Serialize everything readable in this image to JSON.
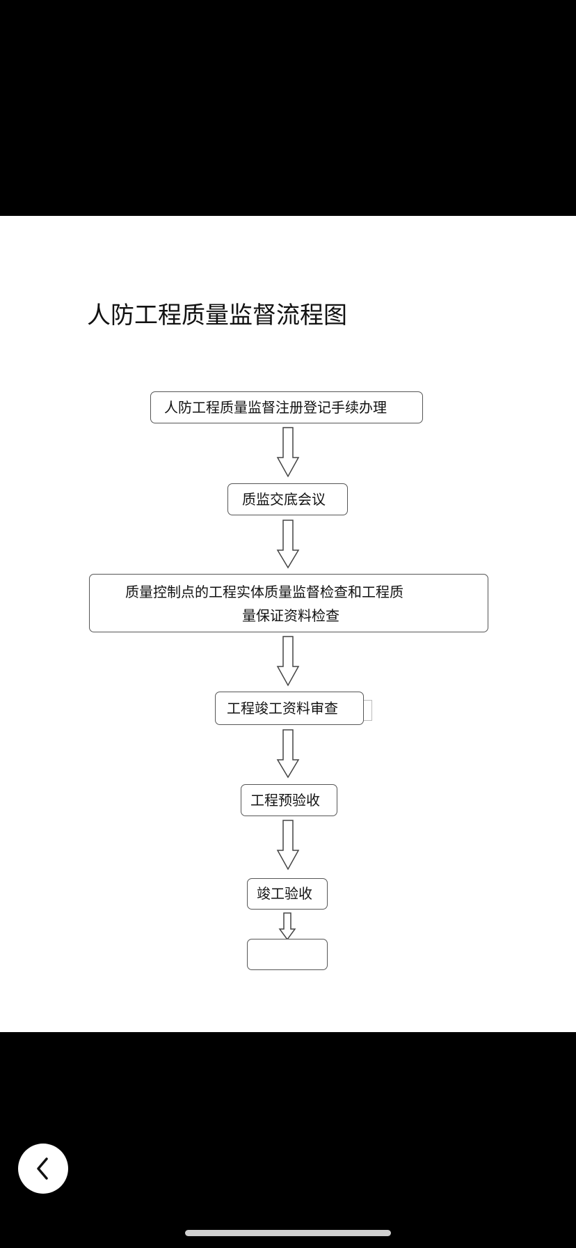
{
  "document": {
    "title": "人防工程质量监督流程图",
    "steps": [
      "人防工程质量监督注册登记手续办理",
      "质监交底会议",
      "质量控制点的工程实体质量监督检查和工程质",
      "量保证资料检查",
      "工程竣工资料审查",
      "工程预验收",
      "竣工验收",
      ""
    ]
  },
  "navigation": {
    "back_icon": "chevron-left-icon"
  },
  "colors": {
    "background": "#000000",
    "page": "#ffffff",
    "border": "#555555",
    "home_indicator": "#d0d0d0"
  }
}
